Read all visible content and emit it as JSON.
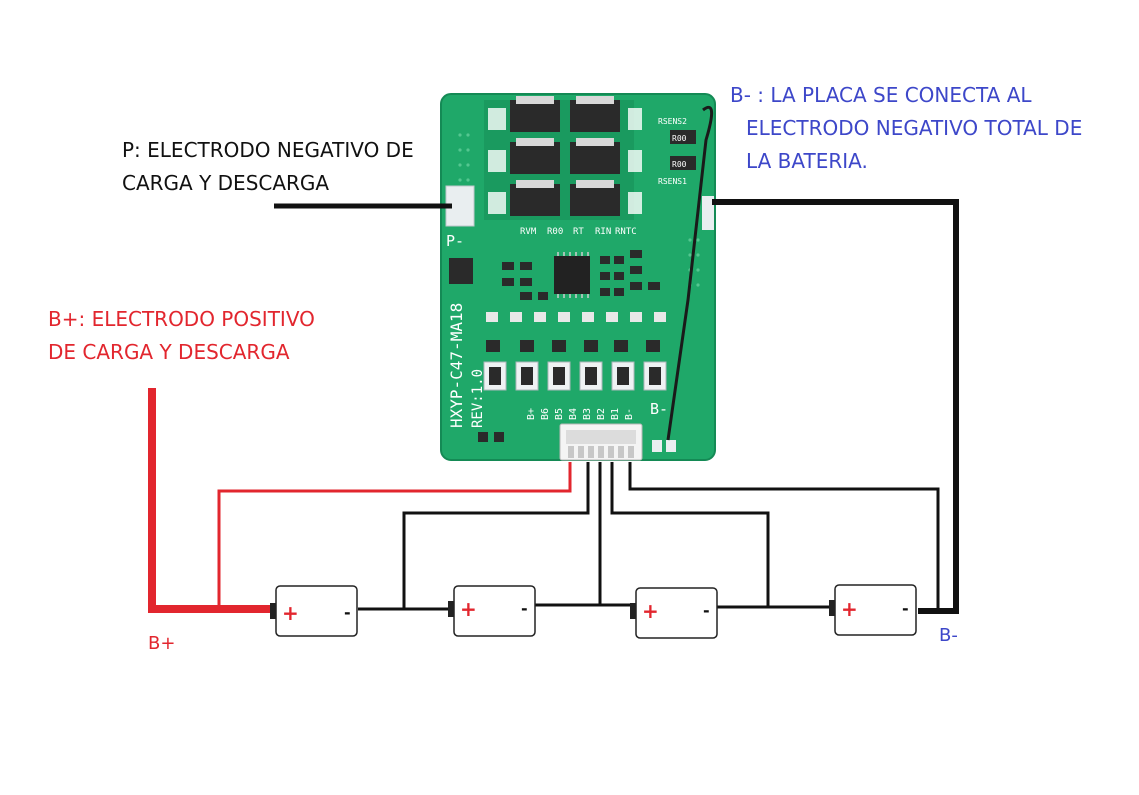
{
  "labels": {
    "p_label": [
      "P: ELECTRODO NEGATIVO DE",
      "CARGA Y DESCARGA"
    ],
    "bplus_label": [
      "B+: ELECTRODO POSITIVO",
      "DE CARGA Y DESCARGA"
    ],
    "bminus_label": [
      "B- : LA PLACA SE CONECTA AL",
      "ELECTRODO NEGATIVO TOTAL DE",
      "LA BATERIA."
    ],
    "bplus_terminal": "B+",
    "bminus_terminal": "B-"
  },
  "board": {
    "model": "HXYP-C47-MA18",
    "revision": "REV:1.0",
    "p_pad": "P-",
    "b_pad": "B-",
    "header_pins": [
      "B+",
      "B6",
      "B5",
      "B4",
      "B3",
      "B2",
      "B1",
      "B-"
    ],
    "resistor_code": "R00",
    "rsens": [
      "RSENS2",
      "RSENS1"
    ],
    "row_labels": [
      "RVM",
      "R00",
      "RT",
      "RIN",
      "RNTC"
    ]
  },
  "batteries": [
    {
      "plus": "+",
      "minus": "-"
    },
    {
      "plus": "+",
      "minus": "-"
    },
    {
      "plus": "+",
      "minus": "-"
    },
    {
      "plus": "+",
      "minus": "-"
    }
  ],
  "colors": {
    "pcb": "#1fa869",
    "positive_wire": "#e2262e",
    "negative_wire": "#111111",
    "text_red": "#e2262e",
    "text_blue": "#3d47c9"
  }
}
